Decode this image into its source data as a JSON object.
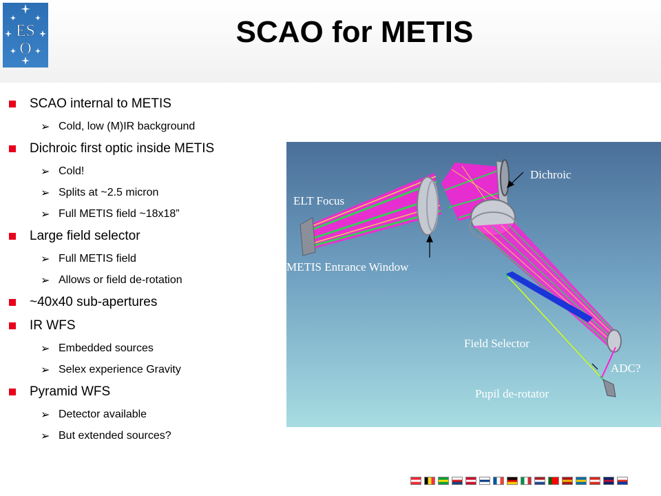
{
  "title": "SCAO for METIS",
  "logo": {
    "name": "eso-logo",
    "text": "ESO"
  },
  "bullets": [
    {
      "text": "SCAO internal to METIS",
      "sub": [
        "Cold, low (M)IR background"
      ]
    },
    {
      "text": "Dichroic first optic inside METIS",
      "sub": [
        "Cold!",
        "Splits at ~2.5 micron",
        "Full METIS field ~18x18”"
      ]
    },
    {
      "text": "Large field selector",
      "sub": [
        "Full METIS field",
        "Allows or field de-rotation"
      ]
    },
    {
      "text": "~40x40 sub-apertures",
      "sub": []
    },
    {
      "text": "IR WFS",
      "sub": [
        "Embedded sources",
        "Selex experience Gravity"
      ]
    },
    {
      "text": "Pyramid WFS",
      "sub": [
        "Detector available",
        "But extended sources?"
      ]
    }
  ],
  "diagram": {
    "labels": {
      "dichroic": "Dichroic",
      "elt_focus": "ELT Focus",
      "entrance_window": "METIS Entrance Window",
      "field_selector": "Field Selector",
      "adc": "ADC?",
      "pupil_derotator": "Pupil de-rotator"
    }
  },
  "colors": {
    "bullet_red": "#e8001c",
    "beam_magenta": "#ff1fd6",
    "beam_green": "#22e04a",
    "beam_yellow": "#f1f23a",
    "selector_blue": "#1a35d8"
  },
  "flags": [
    {
      "name": "austria-flag",
      "c": [
        "#ed2939",
        "#ffffff",
        "#ed2939"
      ],
      "dir": "h"
    },
    {
      "name": "belgium-flag",
      "c": [
        "#000000",
        "#fdda24",
        "#ef3340"
      ],
      "dir": "v"
    },
    {
      "name": "brazil-flag",
      "c": [
        "#009c3b",
        "#ffdf00",
        "#009c3b"
      ],
      "dir": "h"
    },
    {
      "name": "czech-flag",
      "c": [
        "#ffffff",
        "#d7141a",
        "#11457e"
      ],
      "dir": "h"
    },
    {
      "name": "denmark-flag",
      "c": [
        "#c8102e",
        "#ffffff",
        "#c8102e"
      ],
      "dir": "h"
    },
    {
      "name": "finland-flag",
      "c": [
        "#ffffff",
        "#003580",
        "#ffffff"
      ],
      "dir": "h"
    },
    {
      "name": "france-flag",
      "c": [
        "#0055a4",
        "#ffffff",
        "#ef4135"
      ],
      "dir": "v"
    },
    {
      "name": "germany-flag",
      "c": [
        "#000000",
        "#dd0000",
        "#ffce00"
      ],
      "dir": "h"
    },
    {
      "name": "italy-flag",
      "c": [
        "#009246",
        "#ffffff",
        "#ce2b37"
      ],
      "dir": "v"
    },
    {
      "name": "netherlands-flag",
      "c": [
        "#ae1c28",
        "#ffffff",
        "#21468b"
      ],
      "dir": "h"
    },
    {
      "name": "portugal-flag",
      "c": [
        "#006600",
        "#ff0000",
        "#ff0000"
      ],
      "dir": "v"
    },
    {
      "name": "spain-flag",
      "c": [
        "#aa151b",
        "#f1bf00",
        "#aa151b"
      ],
      "dir": "h"
    },
    {
      "name": "sweden-flag",
      "c": [
        "#006aa7",
        "#fecc00",
        "#006aa7"
      ],
      "dir": "h"
    },
    {
      "name": "switzerland-flag",
      "c": [
        "#d52b1e",
        "#ffffff",
        "#d52b1e"
      ],
      "dir": "h"
    },
    {
      "name": "uk-flag",
      "c": [
        "#012169",
        "#c8102e",
        "#012169"
      ],
      "dir": "h"
    },
    {
      "name": "chile-flag",
      "c": [
        "#ffffff",
        "#d52b1e",
        "#0039a6"
      ],
      "dir": "h"
    }
  ]
}
